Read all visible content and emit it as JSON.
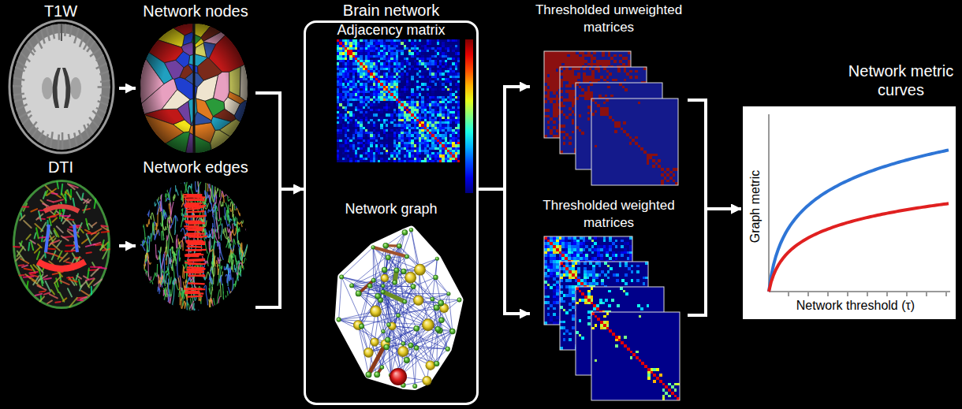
{
  "diagram": {
    "nodes": [
      {
        "text": [
          "T1W"
        ]
      },
      {
        "text": [
          "Network nodes"
        ]
      },
      {
        "text": [
          "DTI"
        ]
      },
      {
        "text": [
          "Network edges"
        ]
      },
      {
        "text": [
          "Brain network"
        ]
      },
      {
        "text": [
          "Adjacency matrix"
        ],
        "in": 4
      },
      {
        "text": [
          "Network graph"
        ],
        "in": 4
      },
      {
        "text": [
          "Thresholded unweighted matrices"
        ]
      },
      {
        "text": [
          "Thresholded weighted matrices"
        ]
      },
      {
        "text": [
          "Network metric curves",
          "Graph metric",
          "Network threshold (τ)"
        ]
      }
    ],
    "edges": [
      {
        "from": 0,
        "to": 1,
        "arrow": "to"
      },
      {
        "from": 2,
        "to": 3,
        "arrow": "to"
      },
      {
        "from": 1,
        "to": 4,
        "arrow": "to"
      },
      {
        "from": 3,
        "to": 4,
        "arrow": "to"
      },
      {
        "from": 4,
        "to": 7,
        "arrow": "to"
      },
      {
        "from": 4,
        "to": 8,
        "arrow": "to"
      },
      {
        "from": 7,
        "to": 9,
        "arrow": "to"
      },
      {
        "from": 8,
        "to": 9,
        "arrow": "to"
      }
    ]
  }
}
